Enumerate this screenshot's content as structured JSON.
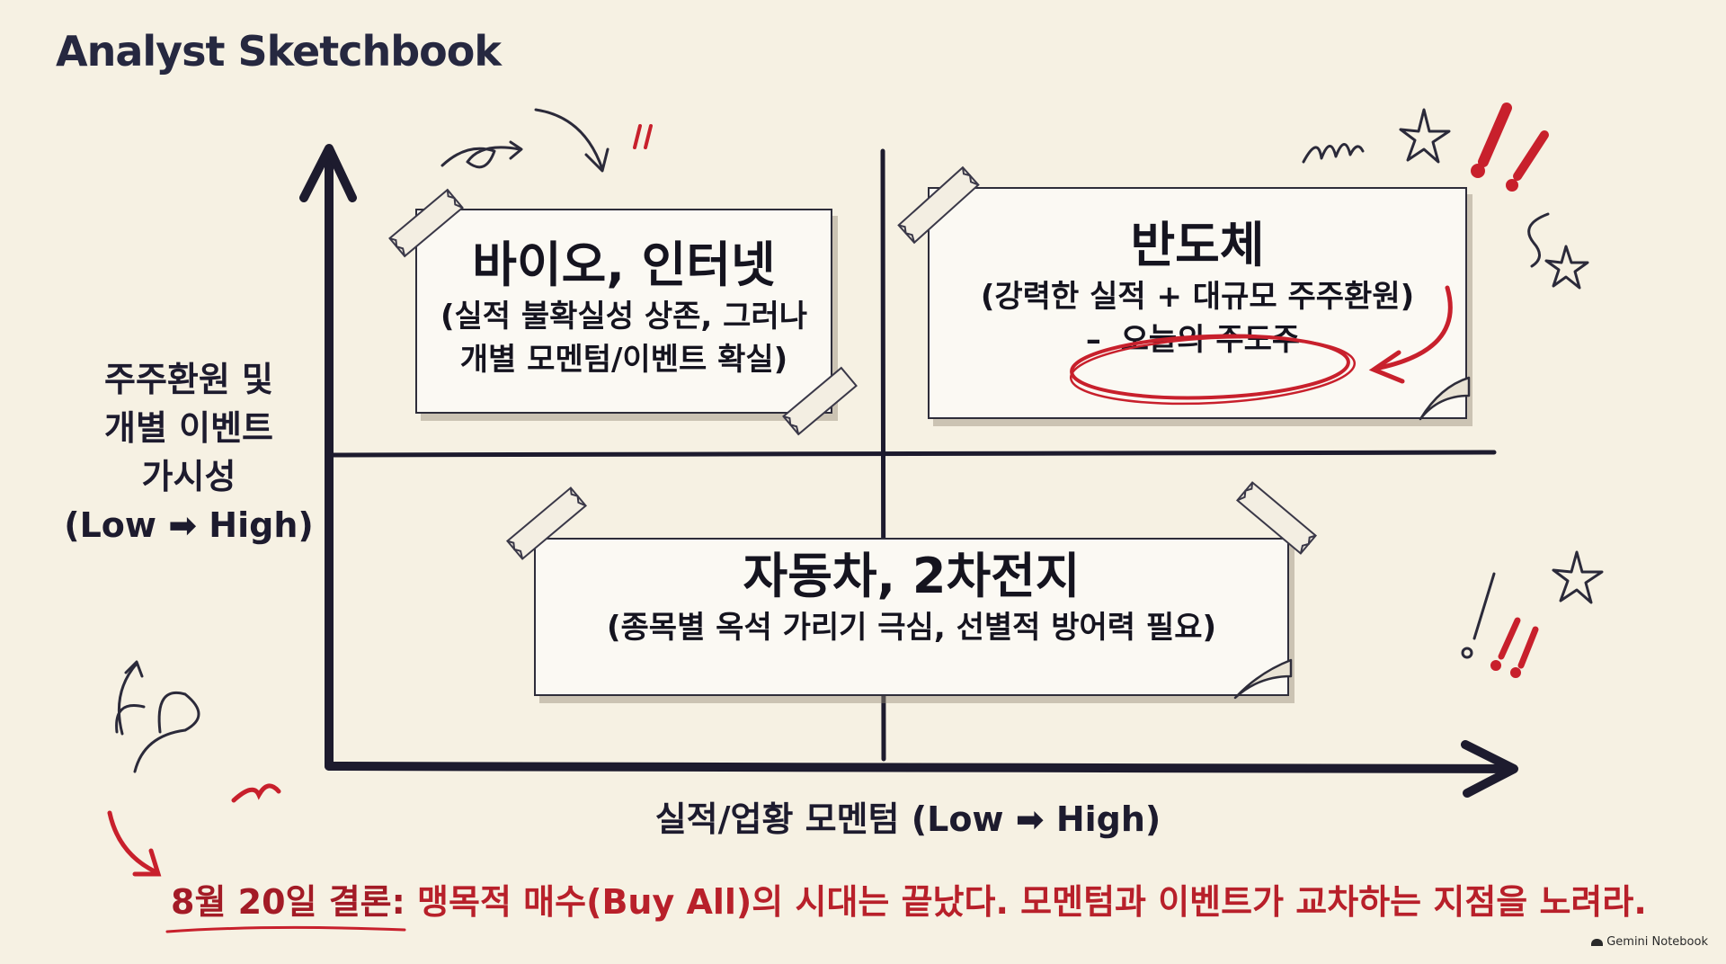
{
  "header": {
    "title": "Analyst Sketchbook"
  },
  "axes": {
    "y_label_lines": [
      "주주환원 및",
      "개별 이벤트",
      "가시성",
      "(Low ➡ High)"
    ],
    "x_label": "실적/업황 모멘텀 (Low ➡ High)"
  },
  "quadrants": {
    "bio": {
      "title": "바이오, 인터넷",
      "body_lines": [
        "(실적 불확실성 상존, 그러나",
        "개별 모멘텀/이벤트 확실)"
      ]
    },
    "semi": {
      "title": "반도체",
      "body": "(강력한 실적 + 대규모 주주환원)",
      "dash": "–",
      "highlight": "오늘의 주도주"
    },
    "auto": {
      "title": "자동차, 2차전지",
      "body": "(종목별 옥석 가리기 극심, 선별적 방어력 필요)"
    }
  },
  "conclusion": {
    "lead": "8월 20일 결론:",
    "text": " 맹목적 매수(Buy All)의 시대는 끝났다. 모멘텀과 이벤트가 교차하는 지점을 노려라."
  },
  "brand": {
    "name": "Gemini Notebook"
  },
  "colors": {
    "ink": "#1d1b2e",
    "accent_red": "#c8202c",
    "paper": "#f6f1e3"
  },
  "doodles": [
    "exclamation-marks",
    "star-doodles",
    "curly-arrows",
    "scribbles"
  ]
}
